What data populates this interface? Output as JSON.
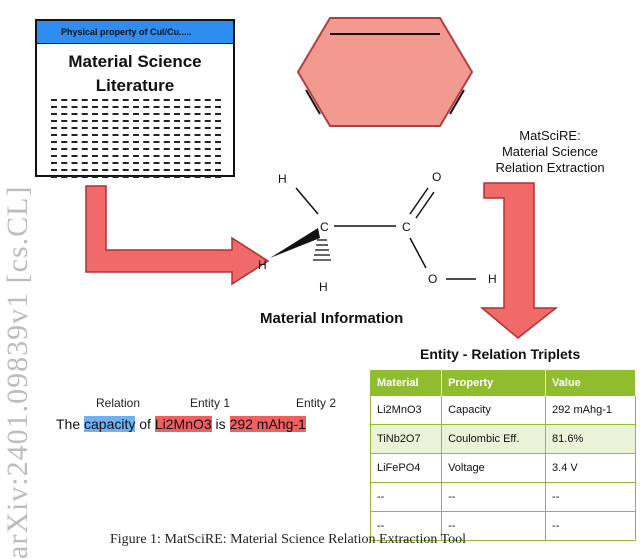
{
  "watermark": "arXiv:2401.09839v1 [cs.CL]",
  "document": {
    "header": "Physical property of CuI/Cu.....",
    "title_line1": "Material Science",
    "title_line2": "Literature"
  },
  "matscire": {
    "name": "MatSciRE:",
    "line1": "Material Science",
    "line2": "Relation Extraction"
  },
  "molecule": {
    "atoms": [
      "H",
      "C",
      "C",
      "O",
      "H",
      "H",
      "O",
      "H"
    ]
  },
  "material_information": "Material Information",
  "triplets_title": "Entity - Relation Triplets",
  "sentence": {
    "headers": {
      "relation": "Relation",
      "entity1": "Entity 1",
      "entity2": "Entity 2"
    },
    "prefix": "The",
    "relation": "capacity",
    "mid1": "of",
    "entity1": "Li2MnO3",
    "mid2": "is",
    "entity2": "292 mAhg-1"
  },
  "table": {
    "columns": [
      "Material",
      "Property",
      "Value"
    ],
    "rows": [
      [
        "Li2MnO3",
        "Capacity",
        "292 mAhg-1"
      ],
      [
        "TiNb2O7",
        "Coulombic Eff.",
        "81.6%"
      ],
      [
        "LiFePO4",
        "Voltage",
        "3.4 V"
      ],
      [
        "--",
        "--",
        "--"
      ],
      [
        "--",
        "--",
        "--"
      ]
    ]
  },
  "caption": "Figure 1: MatSciRE: Material Science Relation Extraction Tool",
  "colors": {
    "arrow": "#f06a6a",
    "hexagon": "#f29a90",
    "blue": "#2f8cf0",
    "table_green": "#8fbd2e"
  }
}
